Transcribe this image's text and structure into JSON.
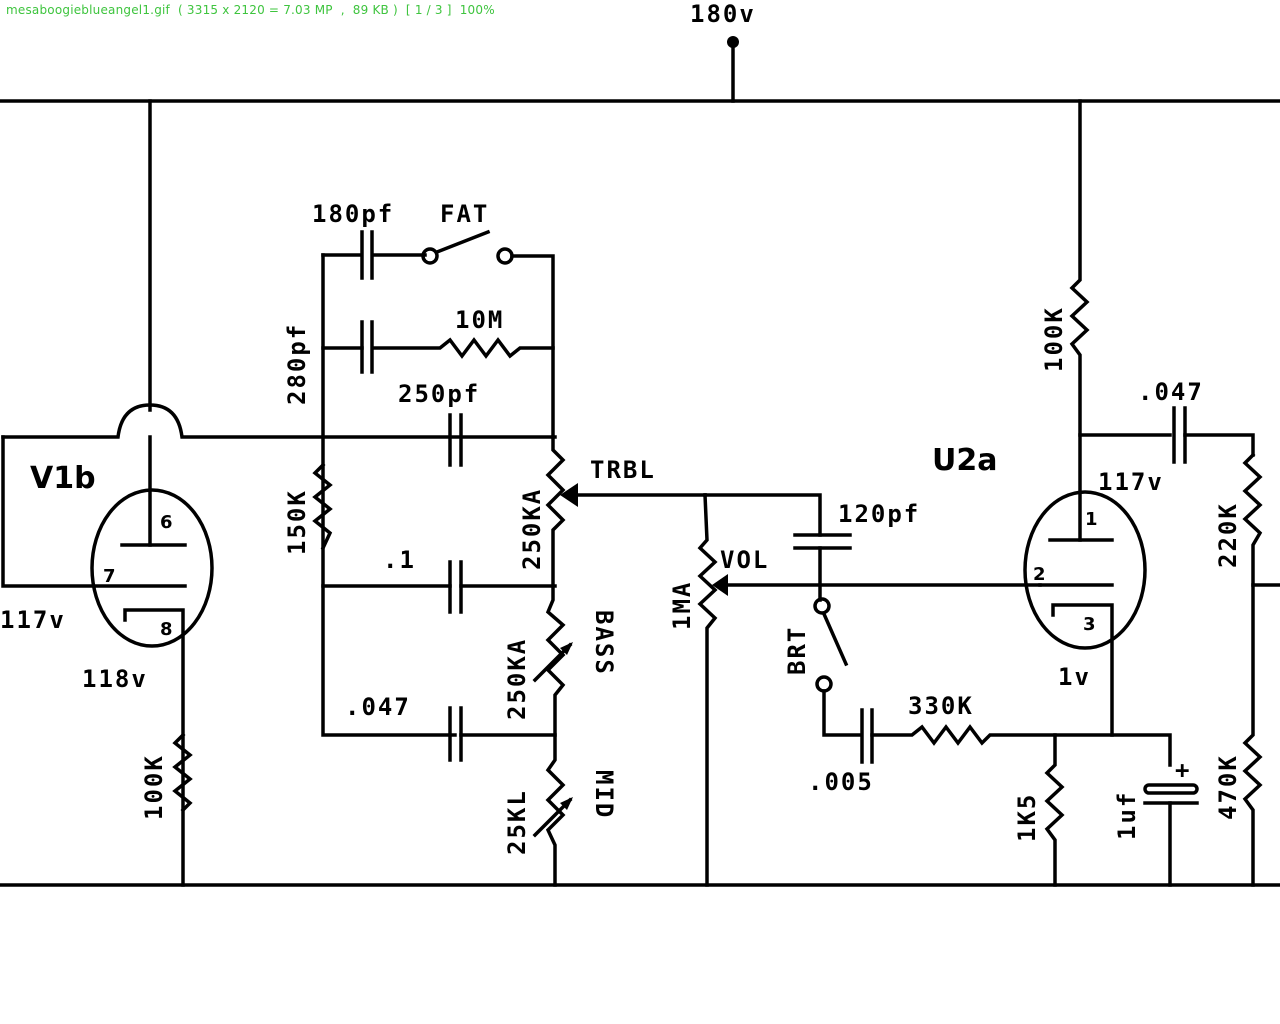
{
  "viewer": {
    "filename": "mesaboogieblueangel1.gif",
    "dimensions": "( 3315 x 2120 = 7.03 MP",
    "filesize": ",  89 KB )",
    "page": "[ 1 / 3 ]",
    "zoom": "100%",
    "status_color": "#3ec43e"
  },
  "schematic": {
    "supply_label": "180v",
    "tubes": {
      "v1b": {
        "name": "V1b",
        "plate_pin": "6",
        "grid_pin": "7",
        "cathode_pin": "8",
        "grid_voltage": "117v",
        "cathode_voltage": "118v"
      },
      "v2a": {
        "name": "U2a",
        "plate_pin": "1",
        "grid_pin": "2",
        "cathode_pin": "3",
        "plate_voltage": "117v",
        "cathode_voltage": "1v"
      }
    },
    "components": {
      "fat_cap": "180pf",
      "fat_switch": "FAT",
      "cap_280pf": "280pf",
      "res_10m": "10M",
      "cap_250pf": "250pf",
      "res_150k": "150K",
      "cap_0_1": ".1",
      "cap_047_tone": ".047",
      "pot_treble_value": "250KA",
      "pot_treble_name": "TRBL",
      "pot_bass_value": "250KA",
      "pot_bass_name": "BASS",
      "pot_mid_value": "25KL",
      "pot_mid_name": "MID",
      "pot_vol_value": "1MA",
      "pot_vol_name": "VOL",
      "cap_120pf": "120pf",
      "brt_switch": "BRT",
      "cap_005": ".005",
      "res_330k": "330K",
      "res_1k5": "1K5",
      "cap_1uf": "1uf",
      "cap_plus": "+",
      "res_100k_v1": "100K",
      "res_100k_v2": "100K",
      "cap_047_out": ".047",
      "res_220k": "220K",
      "res_470k": "470K"
    }
  }
}
